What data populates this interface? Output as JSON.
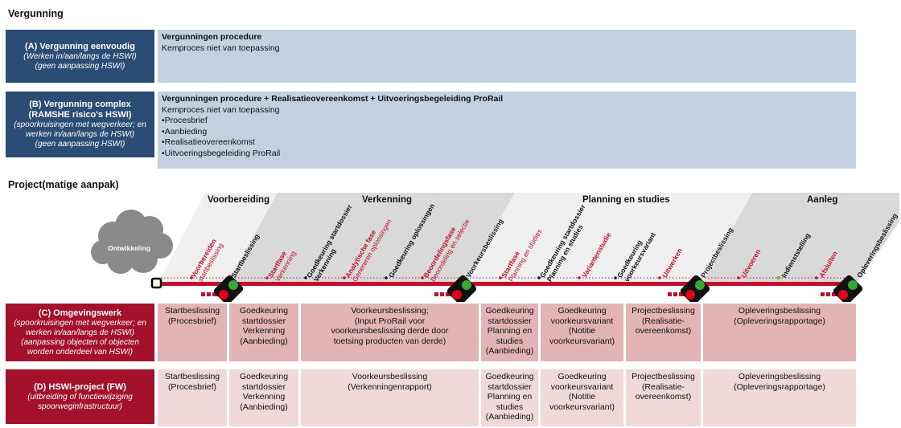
{
  "vergunning": {
    "title": "Vergunning",
    "a": {
      "label_title": "(A) Vergunning eenvoudig",
      "label_sub1": "(Werken in/aan/langs de HSWI)",
      "label_sub2": "(geen aanpassing HSWI)",
      "box_title": "Vergunningen procedure",
      "box_line1": "Kemproces niet van toepassing"
    },
    "b": {
      "label_title": "(B) Vergunning complex (RAMSHE risico's HSWI)",
      "label_sub1": "(spoorkruisingen met wegverkeer; en werken in/aan/langs de HSWI)",
      "label_sub2": "(geen aanpassing HSWI)",
      "box_title": "Vergunningen procedure + Realisatieovereenkomst + Uitvoeringsbegeleiding ProRail",
      "box_line1": "Kemproces niet van toepassing",
      "bullets": [
        "•Procesbrief",
        "•Aanbieding",
        "•Realisatieovereenkomst",
        "•Uitvoeringsbegeleiding ProRail"
      ]
    }
  },
  "project": {
    "title": "Project(matige aanpak)",
    "cloud_label": "Ontwikkeling",
    "phases": [
      "Voorbereiding",
      "Verkenning",
      "Planning en studies",
      "Aanleg"
    ],
    "milestones": [
      {
        "l1": "Voorbereiden",
        "l2": "startbeslissing"
      },
      {
        "l1": "Startbeslissing",
        "l2": ""
      },
      {
        "l1": "Startfase",
        "l2": "Verkenning"
      },
      {
        "l1": "Goedkeuring startdossier",
        "l2": "Verkenning"
      },
      {
        "l1": "Analytische fase",
        "l2": "Genereren oplossingen"
      },
      {
        "l1": "Goedkeuring oplossingen",
        "l2": ""
      },
      {
        "l1": "Beoordelingsfase",
        "l2": "Beoordeling en selectie"
      },
      {
        "l1": "Voorkeursbeslissing",
        "l2": ""
      },
      {
        "l1": "Startfase",
        "l2": "Planning en studies"
      },
      {
        "l1": "Goedkeuring startdossier",
        "l2": "Planning en studies"
      },
      {
        "l1": "Variantenstudie",
        "l2": ""
      },
      {
        "l1": "Goedkeuring",
        "l2": "voorkeursvariant"
      },
      {
        "l1": "Uitwerken",
        "l2": ""
      },
      {
        "l1": "Projectbeslissing",
        "l2": ""
      },
      {
        "l1": "Uitvoeren",
        "l2": ""
      },
      {
        "l1": "Indienststelling",
        "l2": ""
      },
      {
        "l1": "Afsluiten",
        "l2": ""
      },
      {
        "l1": "Opleveringsbeslissing",
        "l2": ""
      }
    ],
    "c": {
      "label_title": "(C) Omgevingswerk",
      "label_sub": "(spoorkruisingen met wegverkeer; en werken in/aan/langs de HSWI) (aanpassing objecten of objecten worden onderdeel van HSWI)",
      "cells": [
        [
          "Startbeslissing",
          "(Procesbrief)"
        ],
        [
          "Goedkeuring",
          "startdossier",
          "Verkenning",
          "(Aanbieding)"
        ],
        [
          "Voorkeursbeslissing;",
          "(Input ProRail voor",
          "voorkeursbeslissing derde door",
          "toetsing producten van derde)"
        ],
        [
          "Goedkeuring",
          "startdossier",
          "Planning en",
          "studies",
          "(Aanbieding)"
        ],
        [
          "Goedkeuring",
          "voorkeursvariant",
          "(Notitie",
          "voorkeursvariant)"
        ],
        [
          "Projectbeslissing",
          "(Realisatie-",
          "overeenkomst)"
        ],
        [
          "Opleveringsbeslissing",
          "(Opleveringsrapportage)"
        ]
      ]
    },
    "d": {
      "label_title": "(D) HSWI-project (FW)",
      "label_sub": "(uitbreiding of functiewijziging spoorweginfrastructuur)",
      "cells": [
        [
          "Startbeslissing",
          "(Procesbrief)"
        ],
        [
          "Goedkeuring",
          "startdossier",
          "Verkenning",
          "(Aanbieding)"
        ],
        [
          "Voorkeursbeslissing",
          "(Verkenningenrapport)"
        ],
        [
          "Goedkeuring",
          "startdossier",
          "Planning en",
          "studies",
          "(Aanbieding)"
        ],
        [
          "Goedkeuring",
          "voorkeursvariant",
          "(Notitie",
          "voorkeursvariant)"
        ],
        [
          "Projectbeslissing",
          "(Realisatie-",
          "overeenkomst)"
        ],
        [
          "Opleveringsbeslissing",
          "(Opleveringsrapportage)"
        ]
      ]
    }
  },
  "colors": {
    "navy": "#2b4c74",
    "light_blue": "#c3d0e2",
    "crimson": "#a4112b",
    "rose": "#e2b4b6",
    "pale_rose": "#f1d9d9",
    "track": "#c0102a",
    "signal_green": "#39a935"
  }
}
